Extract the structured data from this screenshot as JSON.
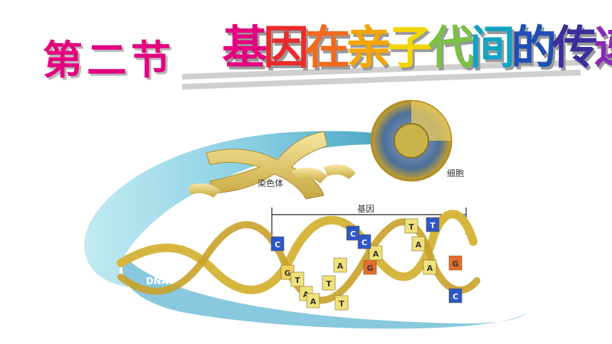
{
  "heading": {
    "section_label": "第二节",
    "title_chars": [
      {
        "char": "基",
        "color": "#e4007f"
      },
      {
        "char": "因",
        "color": "#ea2b2b"
      },
      {
        "char": "在",
        "color": "#f26b1d"
      },
      {
        "char": "亲",
        "color": "#f5a500"
      },
      {
        "char": "子",
        "color": "#f3d500"
      },
      {
        "char": "代",
        "color": "#7ac143"
      },
      {
        "char": "间",
        "color": "#12a3c4"
      },
      {
        "char": "的",
        "color": "#1f4fb4"
      },
      {
        "char": "传",
        "color": "#3a2f9c"
      },
      {
        "char": "递",
        "color": "#8a2bb5"
      }
    ]
  },
  "figure": {
    "chromosome_label": "染色体",
    "cell_label": "细胞",
    "gene_label": "基因",
    "dna_label": "DNA",
    "bases": [
      {
        "letter": "C",
        "color": "#2d56c9"
      },
      {
        "letter": "G",
        "color": "#f2d15a"
      },
      {
        "letter": "T",
        "color": "#f0e27a"
      },
      {
        "letter": "A",
        "color": "#f0e27a"
      },
      {
        "letter": "A",
        "color": "#f0e27a"
      },
      {
        "letter": "C",
        "color": "#2d56c9"
      },
      {
        "letter": "A",
        "color": "#f0e27a"
      },
      {
        "letter": "T",
        "color": "#f0e27a"
      },
      {
        "letter": "T",
        "color": "#f0e27a"
      },
      {
        "letter": "G",
        "color": "#e46c2c"
      },
      {
        "letter": "A",
        "color": "#f0e27a"
      },
      {
        "letter": "C",
        "color": "#2d56c9"
      },
      {
        "letter": "T",
        "color": "#f0e27a"
      },
      {
        "letter": "T",
        "color": "#2d56c9"
      },
      {
        "letter": "A",
        "color": "#f0e27a"
      },
      {
        "letter": "A",
        "color": "#f0e27a"
      },
      {
        "letter": "G",
        "color": "#e46c2c"
      },
      {
        "letter": "C",
        "color": "#2d56c9"
      }
    ]
  }
}
